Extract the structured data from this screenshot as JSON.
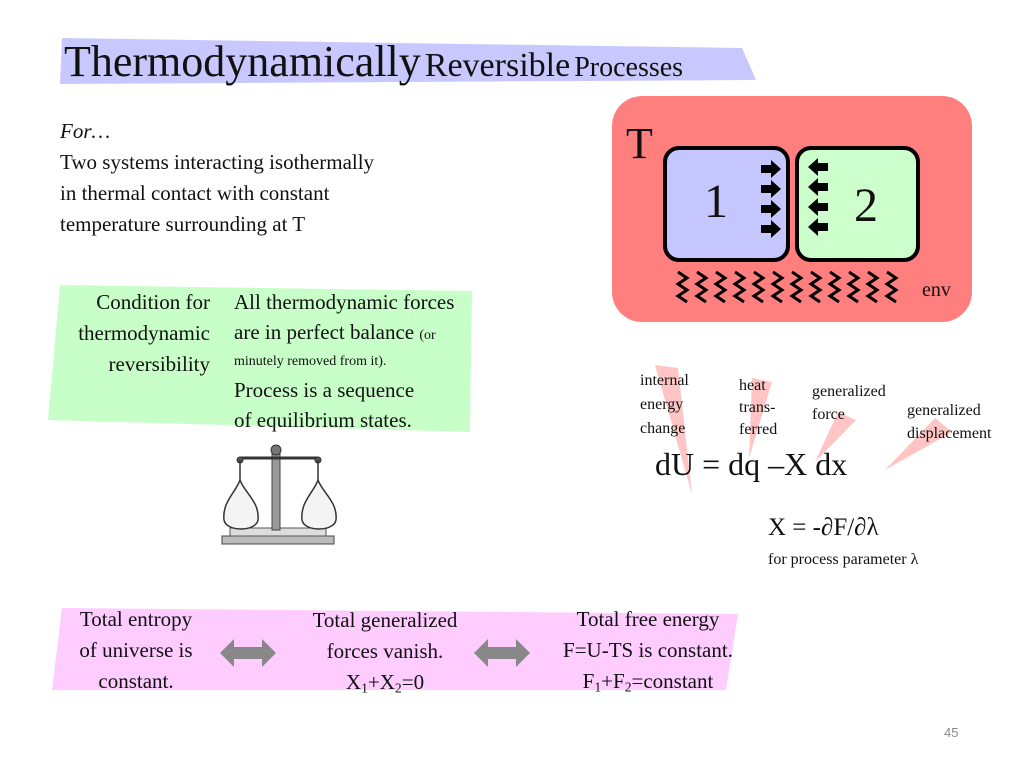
{
  "slide": {
    "title": {
      "part1": "Thermodynamically",
      "part2": "Reversible",
      "part3": "Processes"
    },
    "intro": {
      "line1": "For…",
      "line2": "Two systems interacting isothermally",
      "line3": "in thermal contact with constant",
      "line4": "temperature surrounding at T"
    },
    "diagram": {
      "temperature_label": "T",
      "system1_label": "1",
      "system2_label": "2",
      "env_label": "env",
      "colors": {
        "surroundings": "#ff7f7f",
        "system1": "#c6c6ff",
        "system2": "#ccffcc"
      }
    },
    "condition": {
      "label_line1": "Condition for",
      "label_line2": "thermodynamic",
      "label_line3": "reversibility",
      "text1_line1": "All thermodynamic forces",
      "text1_line2a": "are in perfect balance",
      "text1_line2b": "(or",
      "text1_line3": "minutely removed from it).",
      "text2_line1": "Process is a sequence",
      "text2_line2": "of equilibrium states."
    },
    "equation": {
      "term_u_1": "internal",
      "term_u_2": "energy",
      "term_u_3": "change",
      "term_q_1": "heat",
      "term_q_2": "trans-",
      "term_q_3": "ferred",
      "term_x_1": "generalized",
      "term_x_2": "force",
      "term_dx_1": "generalized",
      "term_dx_2": "displacement",
      "main": "dU = dq –X dx",
      "force_def": "X = -∂F/∂λ",
      "force_note": "for process parameter λ"
    },
    "bottom": {
      "box1_line1": "Total entropy",
      "box1_line2": "of universe is",
      "box1_line3": "constant.",
      "box2_line1": "Total generalized",
      "box2_line2": "forces vanish.",
      "box2_x1": "X",
      "box2_s1": "1",
      "box2_plus": "+X",
      "box2_s2": "2",
      "box2_end": "=0",
      "box3_line1": "Total free energy",
      "box3_line2": "F=U-TS is constant.",
      "box3_f1": "F",
      "box3_s1": "1",
      "box3_plus": "+F",
      "box3_s2": "2",
      "box3_end": "=constant"
    },
    "page_number": "45",
    "colors": {
      "title_band": "#c8c8ff",
      "green_band": "#c8ffc8",
      "pink_band": "#ffccff",
      "arrow_gray": "#888888",
      "pointer_pink": "#ffc4c4"
    }
  }
}
